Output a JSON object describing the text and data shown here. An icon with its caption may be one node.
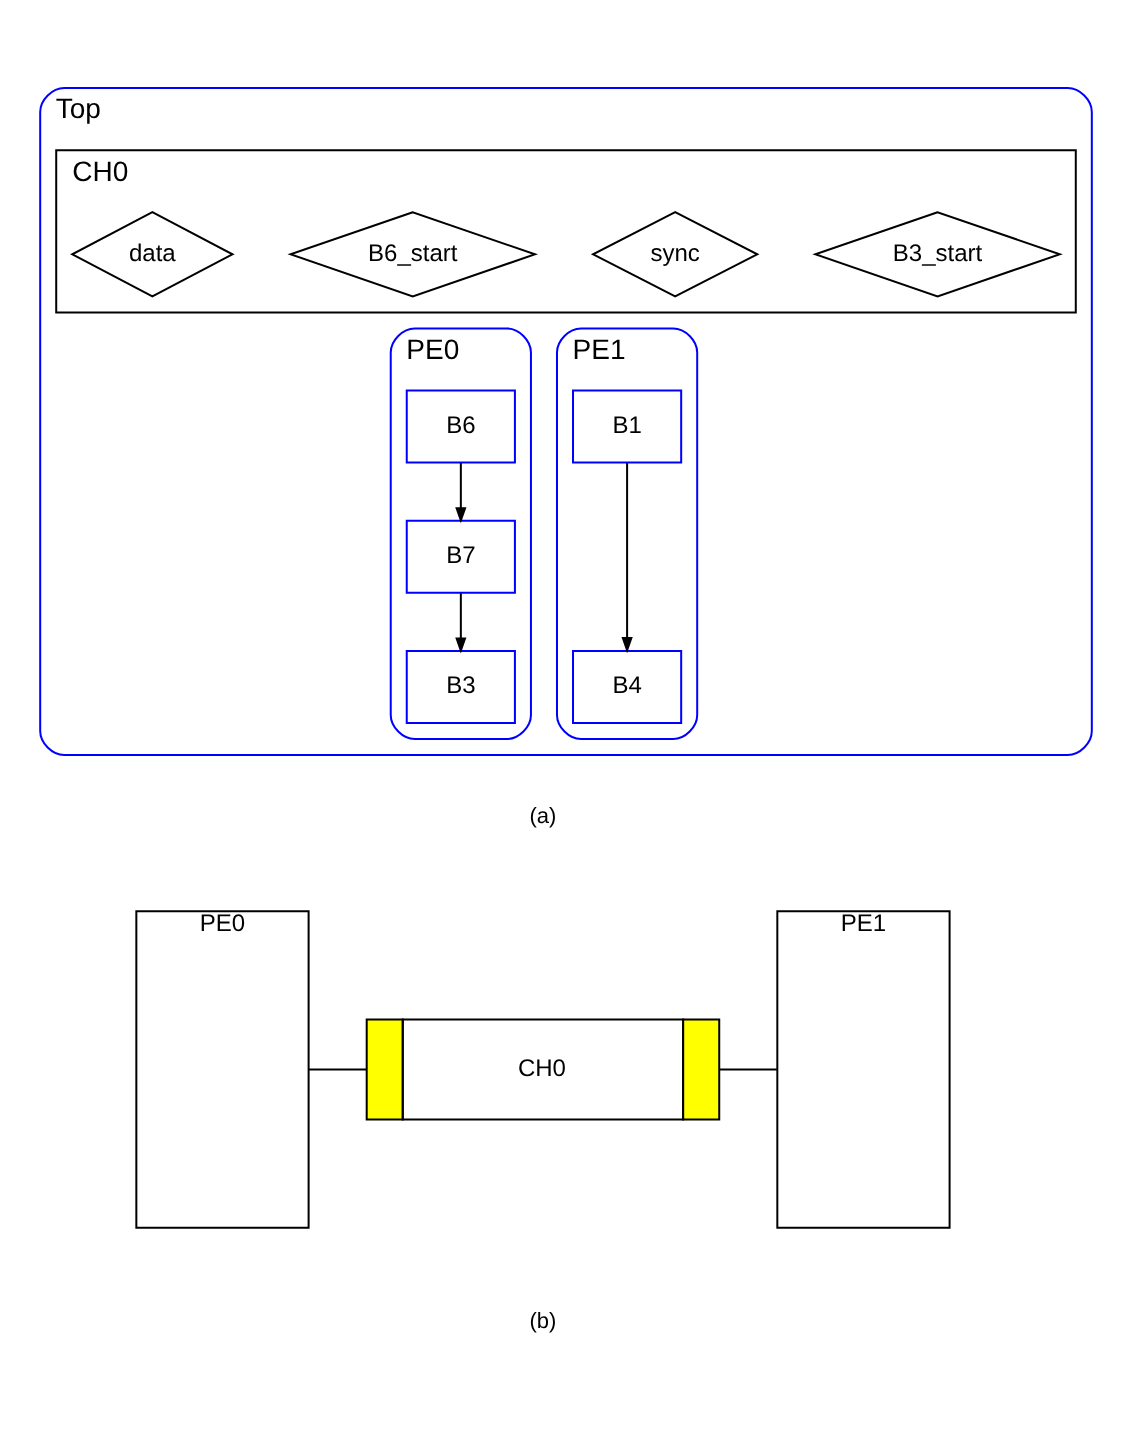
{
  "diagram": {
    "nodes": [
      {
        "text": [
          "Top"
        ]
      },
      {
        "text": [
          "CH0"
        ],
        "in": 0
      },
      {
        "text": [
          "data"
        ],
        "in": 1
      },
      {
        "text": [
          "sync"
        ],
        "in": 1
      },
      {
        "text": [
          "B6_start"
        ],
        "in": 1
      },
      {
        "text": [
          "B3_start"
        ],
        "in": 1
      },
      {
        "text": [
          "PE0"
        ],
        "in": 0
      },
      {
        "text": [
          "B6"
        ],
        "in": 6
      },
      {
        "text": [
          "B7"
        ],
        "in": 6
      },
      {
        "text": [
          "B3"
        ],
        "in": 6
      },
      {
        "text": [
          "PE1"
        ],
        "in": 0
      },
      {
        "text": [
          "B1"
        ],
        "in": 10
      },
      {
        "text": [
          "B4"
        ],
        "in": 10
      },
      {
        "text": [
          "PE0"
        ]
      },
      {
        "text": [
          "CH0"
        ]
      },
      {
        "text": [
          "PE1"
        ]
      }
    ],
    "edges": [
      {
        "from": 7,
        "to": 8,
        "arrow": "to"
      },
      {
        "from": 8,
        "to": 9,
        "arrow": "to"
      },
      {
        "from": 11,
        "to": 12,
        "arrow": "to"
      },
      {
        "from": 13,
        "to": 14,
        "arrow": "none"
      },
      {
        "from": 14,
        "to": 15,
        "arrow": "none"
      }
    ],
    "labels": [
      "(a)",
      "(b)"
    ]
  }
}
